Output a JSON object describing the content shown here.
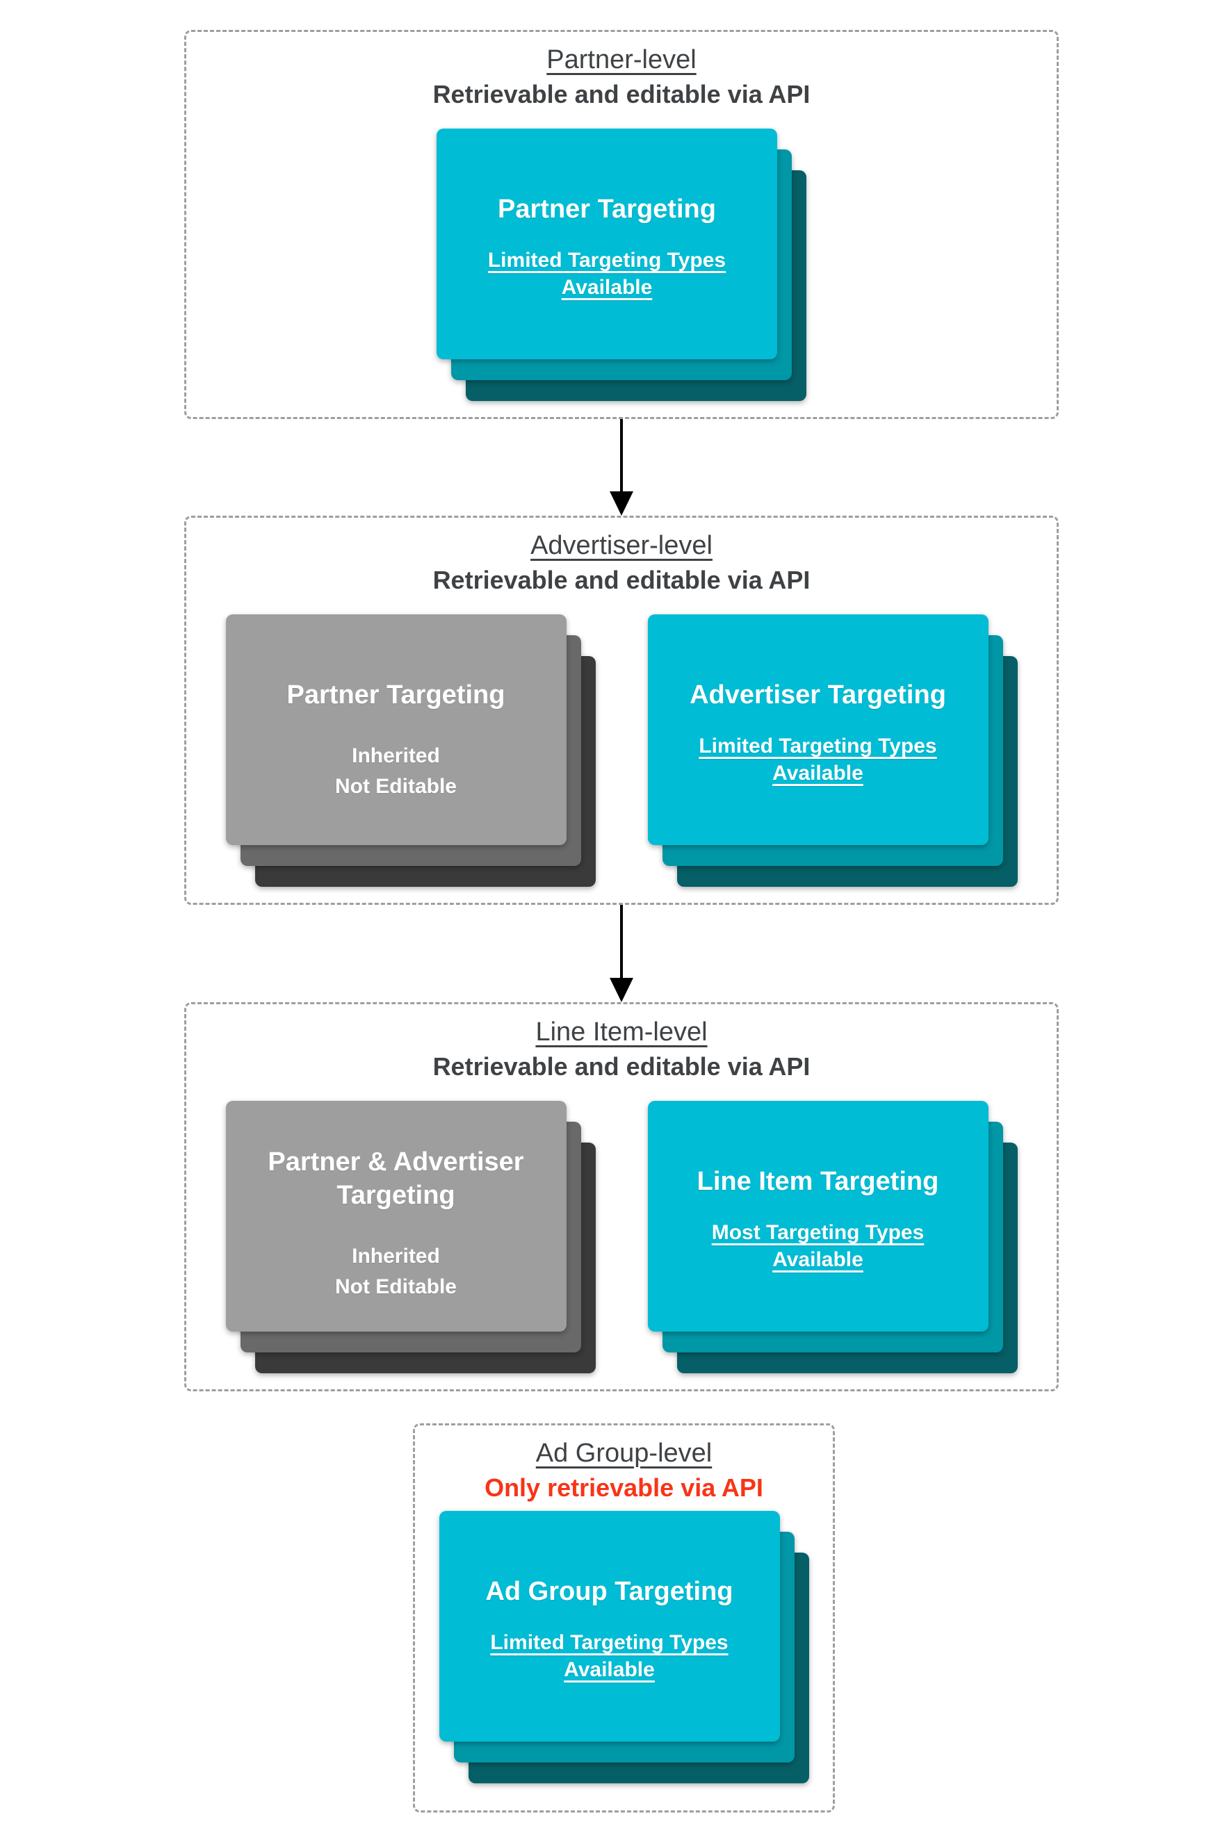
{
  "palette": {
    "page-bg": "#ffffff",
    "header-text": "#3f4245",
    "red-text": "#f93417",
    "border-gray": "#9e9e9e",
    "arrow-black": "#000000",
    "card-text": "#ffffff",
    "cyan-main": "#00bcd4",
    "cyan-mid": "#0097a7",
    "cyan-back": "#065f66",
    "gray-main": "#9e9e9e",
    "gray-mid": "#696969",
    "gray-back": "#3a3a3a"
  },
  "sections": [
    {
      "title": "Partner-level",
      "subtitle": "Retrievable and editable via API",
      "cards": [
        {
          "variant": "cyan",
          "heading_lines": [
            "Partner Targeting"
          ],
          "sub_lines": [
            "Limited Targeting Types",
            "Available"
          ],
          "sub_underlined": true
        }
      ]
    },
    {
      "title": "Advertiser-level",
      "subtitle": "Retrievable and editable via API",
      "cards": [
        {
          "variant": "gray",
          "heading_lines": [
            "Partner Targeting"
          ],
          "sub_lines": [
            "Inherited",
            "Not Editable"
          ],
          "sub_underlined": false
        },
        {
          "variant": "cyan",
          "heading_lines": [
            "Advertiser Targeting"
          ],
          "sub_lines": [
            "Limited Targeting Types",
            "Available"
          ],
          "sub_underlined": true
        }
      ]
    },
    {
      "title": "Line Item-level",
      "subtitle": "Retrievable and editable via API",
      "cards": [
        {
          "variant": "gray",
          "heading_lines": [
            "Partner & Advertiser",
            "Targeting"
          ],
          "sub_lines": [
            "Inherited",
            "Not Editable"
          ],
          "sub_underlined": false
        },
        {
          "variant": "cyan",
          "heading_lines": [
            "Line Item Targeting"
          ],
          "sub_lines": [
            "Most Targeting Types",
            "Available"
          ],
          "sub_underlined": true
        }
      ]
    },
    {
      "title": "Ad Group-level",
      "subtitle": "Only retrievable via API",
      "subtitle_red": true,
      "cards": [
        {
          "variant": "cyan",
          "heading_lines": [
            "Ad Group Targeting"
          ],
          "sub_lines": [
            "Limited Targeting Types",
            "Available"
          ],
          "sub_underlined": true
        }
      ]
    }
  ],
  "connectors": [
    {
      "from": "Partner-level",
      "to": "Advertiser-level",
      "direction": "down"
    },
    {
      "from": "Advertiser-level",
      "to": "Line Item-level",
      "direction": "down"
    }
  ]
}
